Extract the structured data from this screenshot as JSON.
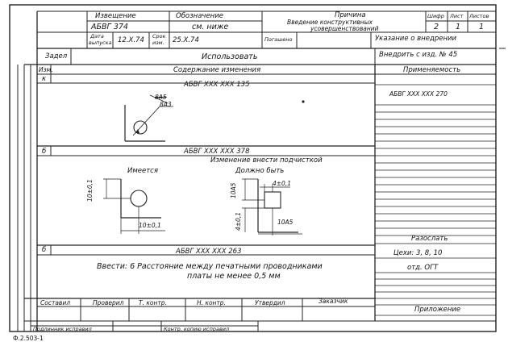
{
  "header": {
    "notice_label": "Извещение",
    "notice_value": "АБВГ 374",
    "designation_label": "Обозначение",
    "designation_value": "см. ниже",
    "reason_label": "Причина",
    "reason_value_line1": "Введение конструктивных",
    "reason_value_line2": "усовершенствований",
    "code_label": "Шифр",
    "code_value": "2",
    "sheet_label": "Лист",
    "sheet_value": "1",
    "sheets_label": "Листов",
    "sheets_value": "1",
    "issue_date_label_1": "Дата",
    "issue_date_label_2": "выпуска",
    "issue_date_value": "12.X.74",
    "term_label_1": "Срок",
    "term_label_2": "изм.",
    "term_value": "25.X.74",
    "deadline_label": "Погашено",
    "implementation_label": "Указание о внедрении"
  },
  "backlog": {
    "label": "Задел",
    "value": "Использовать",
    "implement_value": "Внедрить с изд. № 45"
  },
  "columns": {
    "change_label": "Изм.",
    "content_label": "Содержание изменения",
    "applicability_label": "Применяемость",
    "applicability_value": "АБВГ XXX XXX 270"
  },
  "section_k": {
    "marker": "к",
    "title": "АБВГ XXX XXX 135",
    "old_dim": "8А5",
    "new_dim": "8А3"
  },
  "section_b1": {
    "marker": "б",
    "title": "АБВГ XXX XXX 378",
    "subtitle": "Изменение внести подчисткой",
    "has_label": "Имеется",
    "should_label": "Должно быть",
    "dim_v_left": "10±0,1",
    "dim_h_left": "10±0,1",
    "dim_v_right_top": "10А5",
    "dim_top_right": "4±0,1",
    "dim_v_right_bottom": "4±0,1",
    "dim_h_right": "10А5"
  },
  "section_b2": {
    "marker": "б",
    "title": "АБВГ XXX XXX 263",
    "text_line1": "Ввести: 6  Расстояние между печатными проводниками",
    "text_line2": "платы не менее 0,5 мм"
  },
  "right_panel": {
    "send_label": "Разослать",
    "shops_value": "Цехи: 3, 8, 10",
    "dept_value": "отд. ОГТ",
    "appendix_label": "Приложение"
  },
  "signatures": {
    "compiled": "Составил",
    "checked": "Проверил",
    "t_control": "Т. контр.",
    "n_control": "Н. контр.",
    "approved": "Утвердил",
    "customer": "Заказчик",
    "original_corrected": "Подлинник исправил",
    "copy_corrected": "Контр. копию исправил"
  },
  "form_code": "Ф.2.503-1"
}
